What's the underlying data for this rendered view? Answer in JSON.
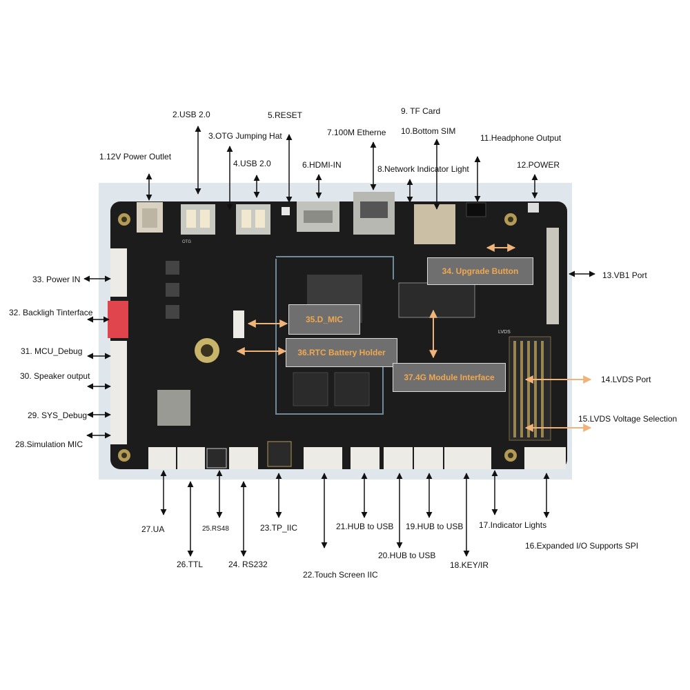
{
  "labels": {
    "l1": "1.12V Power Outlet",
    "l2": "2.USB 2.0",
    "l3": "3.OTG Jumping Hat",
    "l4": "4.USB 2.0",
    "l5": "5.RESET",
    "l6": "6.HDMI-IN",
    "l7": "7.100M Etherne",
    "l8": "8.Network Indicator Light",
    "l9": "9. TF Card",
    "l10": "10.Bottom SIM",
    "l11": "11.Headphone Output",
    "l12": "12.POWER",
    "l13": "13.VB1 Port",
    "l14": "14.LVDS Port",
    "l15": "15.LVDS Voltage Selection",
    "l16": "16.Expanded I/O Supports SPI",
    "l17": "17.Indicator Lights",
    "l18": "18.KEY/IR",
    "l19": "19.HUB to USB",
    "l20": "20.HUB to USB",
    "l21": "21.HUB to USB",
    "l22": "22.Touch Screen IIC",
    "l23": "23.TP_IIC",
    "l24": "24. RS232",
    "l25": "25.RS48",
    "l26": "26.TTL",
    "l27": "27.UA",
    "l28": "28.Simulation MIC",
    "l29": "29. SYS_Debug",
    "l30": "30. Speaker output",
    "l31": "31. MCU_Debug",
    "l32": "32. Backligh Tinterface",
    "l33": "33. Power IN"
  },
  "callouts": {
    "c34": "34. Upgrade Button",
    "c35": "35.D_MIC",
    "c36": "36.RTC Battery Holder",
    "c37": "37.4G Module Interface"
  },
  "board_labels": {
    "lvds": "LVDS",
    "otg": "OTG"
  },
  "colors": {
    "arrow_black": "#111111",
    "arrow_orange": "#f0b37a",
    "callout_text": "#f0a850",
    "callout_bg": "#6f6f6f",
    "pcb": "#1c1c1c"
  }
}
